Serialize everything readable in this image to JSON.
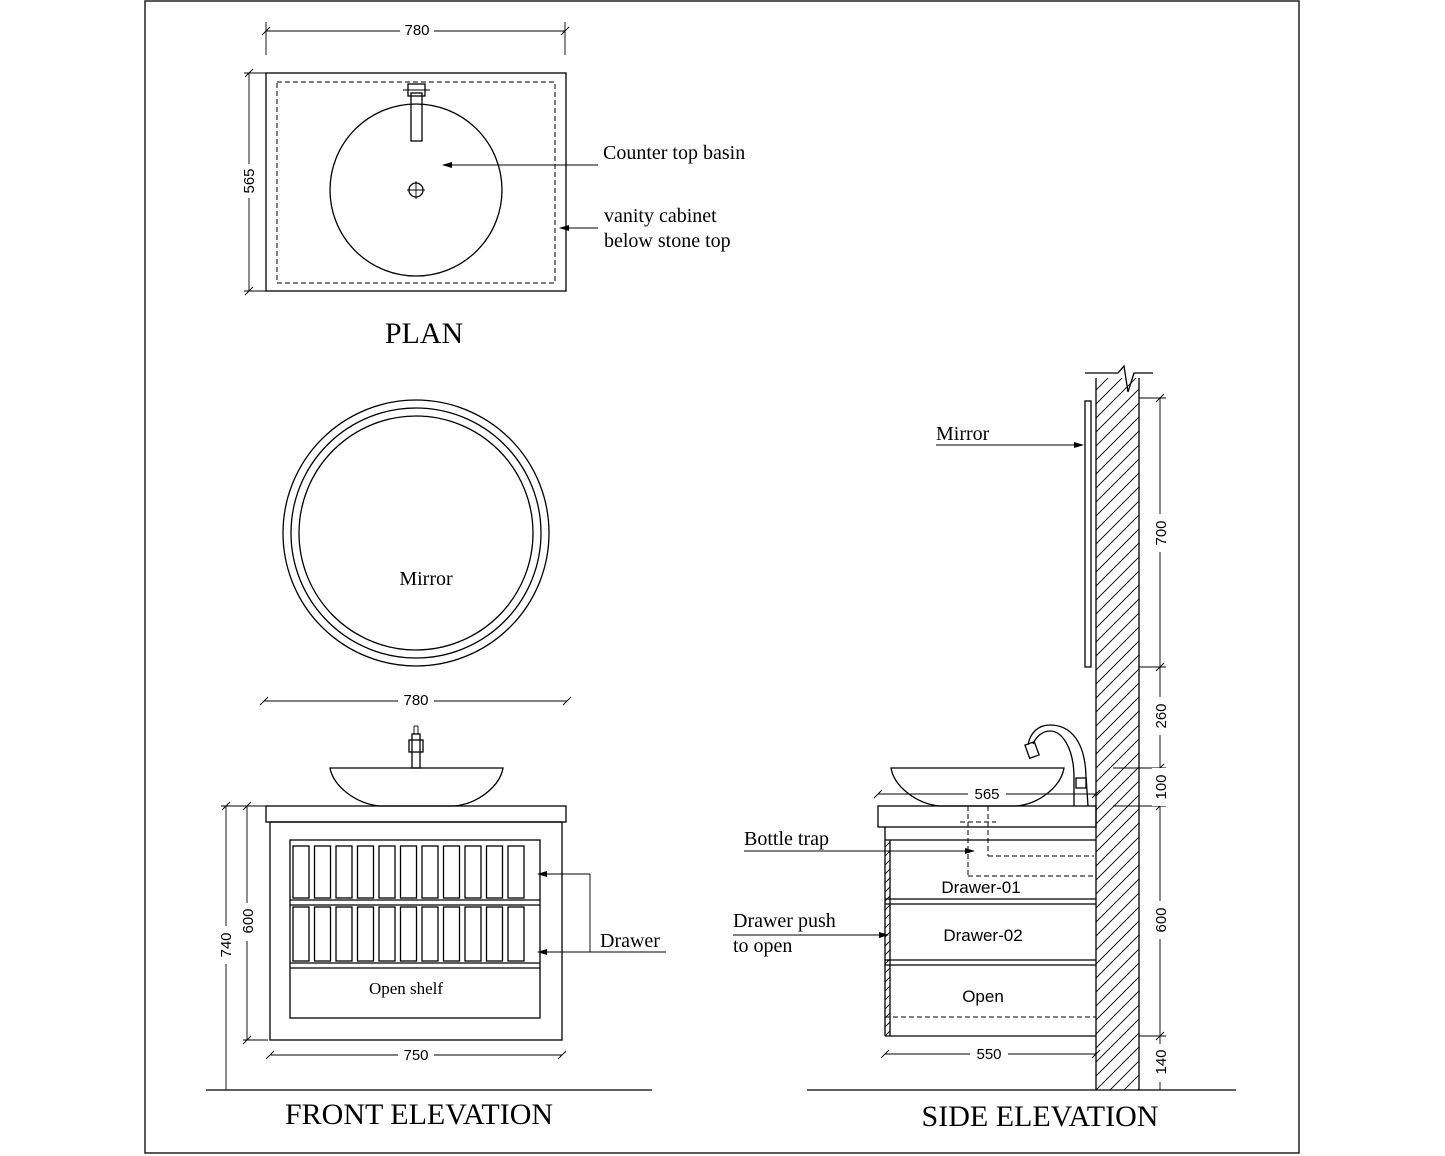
{
  "plan": {
    "title": "PLAN",
    "dim_width": "780",
    "dim_depth": "565",
    "label_basin": "Counter top basin",
    "label_cabinet_line1": "vanity cabinet",
    "label_cabinet_line2": "below stone top"
  },
  "mirror_view": {
    "label": "Mirror"
  },
  "front_elevation": {
    "title": "FRONT ELEVATION",
    "dim_top_width": "780",
    "dim_cabinet_width": "750",
    "dim_overall_height": "740",
    "dim_cabinet_height": "600",
    "label_drawer": "Drawer",
    "label_open_shelf": "Open shelf"
  },
  "side_elevation": {
    "title": "SIDE ELEVATION",
    "label_mirror": "Mirror",
    "label_bottle_trap": "Bottle trap",
    "label_drawer_push_line1": "Drawer push",
    "label_drawer_push_line2": "to open",
    "drawer_01": "Drawer-01",
    "drawer_02": "Drawer-02",
    "open": "Open",
    "dim_depth_top": "565",
    "dim_depth_cabinet": "550",
    "dim_mirror": "700",
    "dim_gap": "260",
    "dim_top": "100",
    "dim_cabinet": "600",
    "dim_floor": "140"
  }
}
